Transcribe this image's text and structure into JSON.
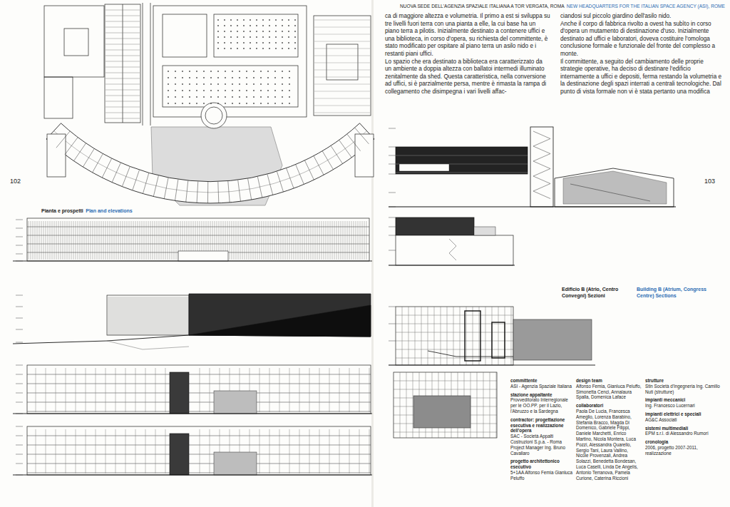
{
  "diagram": {
    "title": "NUOVA SEDE DELL'AGENZIA SPAZIALE ITALIANA A TOR VERGATA, ROMA",
    "labels": [
      "NEW HEADQUARTERS FOR THE ITALIAN SPACE AGENCY (ASI), ROME",
      "102",
      "103",
      "ca di maggiore altezza e volumetria. Il primo a est si sviluppa su tre livelli fuori terra con una pianta a elle, la cui base ha un piano terra a pilotis. Inizialmente destinato a contenere uffici e una biblioteca, in corso d'opera, su richiesta del committente, è stato modificato per ospitare al piano terra un asilo nido e i restanti piani uffici.",
      "Lo spazio che era destinato a biblioteca era caratterizzato da un ambiente a doppia altezza con ballatoi intermedi illuminato zenitalmente da shed. Questa caratteristica, nella conversione ad uffici, si è parzialmente persa, mentre è rimasta la rampa di collegamento che disimpegna i vari livelli affac-",
      "ciandosi sul piccolo giardino dell'asilo nido.",
      "Anche il corpo di fabbrica rivolto a ovest ha subìto in corso d'opera un mutamento di destinazione d'uso. Inizialmente destinato ad uffici e laboratori, doveva costituire l'omologa conclusione formale e funzionale del fronte del complesso a monte.",
      "Il committente, a seguito del cambiamento delle proprie strategie operative, ha deciso di destinare l'edificio internamente a uffici e depositi, ferma restando la volumetria e la destinazione degli spazi interrati a centrali tecnologiche. Dal punto di vista formale non vi è stata pertanto una modifica",
      "Pianta e prospetti",
      "Plan and elevations",
      "Edificio B (Atrio, Centro Convegni) Sezioni",
      "Building B (Atrium, Congress Centre) Sections",
      "committente",
      "ASI - Agenzia Spaziale Italiana",
      "stazione appaltante",
      "Provveditorato Interregionale per le OO.PP. per il Lazio, l'Abruzzo e la Sardegna",
      "contractor: progettazione esecutiva e realizzazione dell'opera",
      "SAC - Società Appalti Costruzioni S.p.a. - Roma Project Manager Ing. Bruno Cavallaro",
      "progetto architettonico esecutivo",
      "5+1AA Alfonso Femia Gianluca Peluffo",
      "design team",
      "Alfonso Femia, Gianluca Peluffo, Simonetta Cenci, Annalaura Spalla, Domenica Laface",
      "collaboratori",
      "Paola De Lucia, Francesca Ameglio, Lorenza Barabino, Stefania Bracco, Magda Di Domenico, Gabriele Filippi, Daniele Marchetti, Enrico Martino, Nicola Montera, Luca Pozzi, Alessandra Quarello, Sergio Tani, Laura Vallino, Nicole Provenzali, Andrea Solazzi, Benedetta Bondesan, Luca Caselli, Linda De Angelis, Antonio Terranova, Pamela Curione, Caterina Riccioni",
      "strutture",
      "Stin Società d'Ingegneria Ing. Camillo Nuti (strutture)",
      "impianti meccanici",
      "Ing. Francesco Lucernari",
      "impianti elettrici e speciali",
      "AG&C Associati",
      "sistemi multimediali",
      "EPM s.r.l. di Alessandro Rumori",
      "cronologia",
      "2006, progetto 2007-2011, realizzazione"
    ]
  }
}
